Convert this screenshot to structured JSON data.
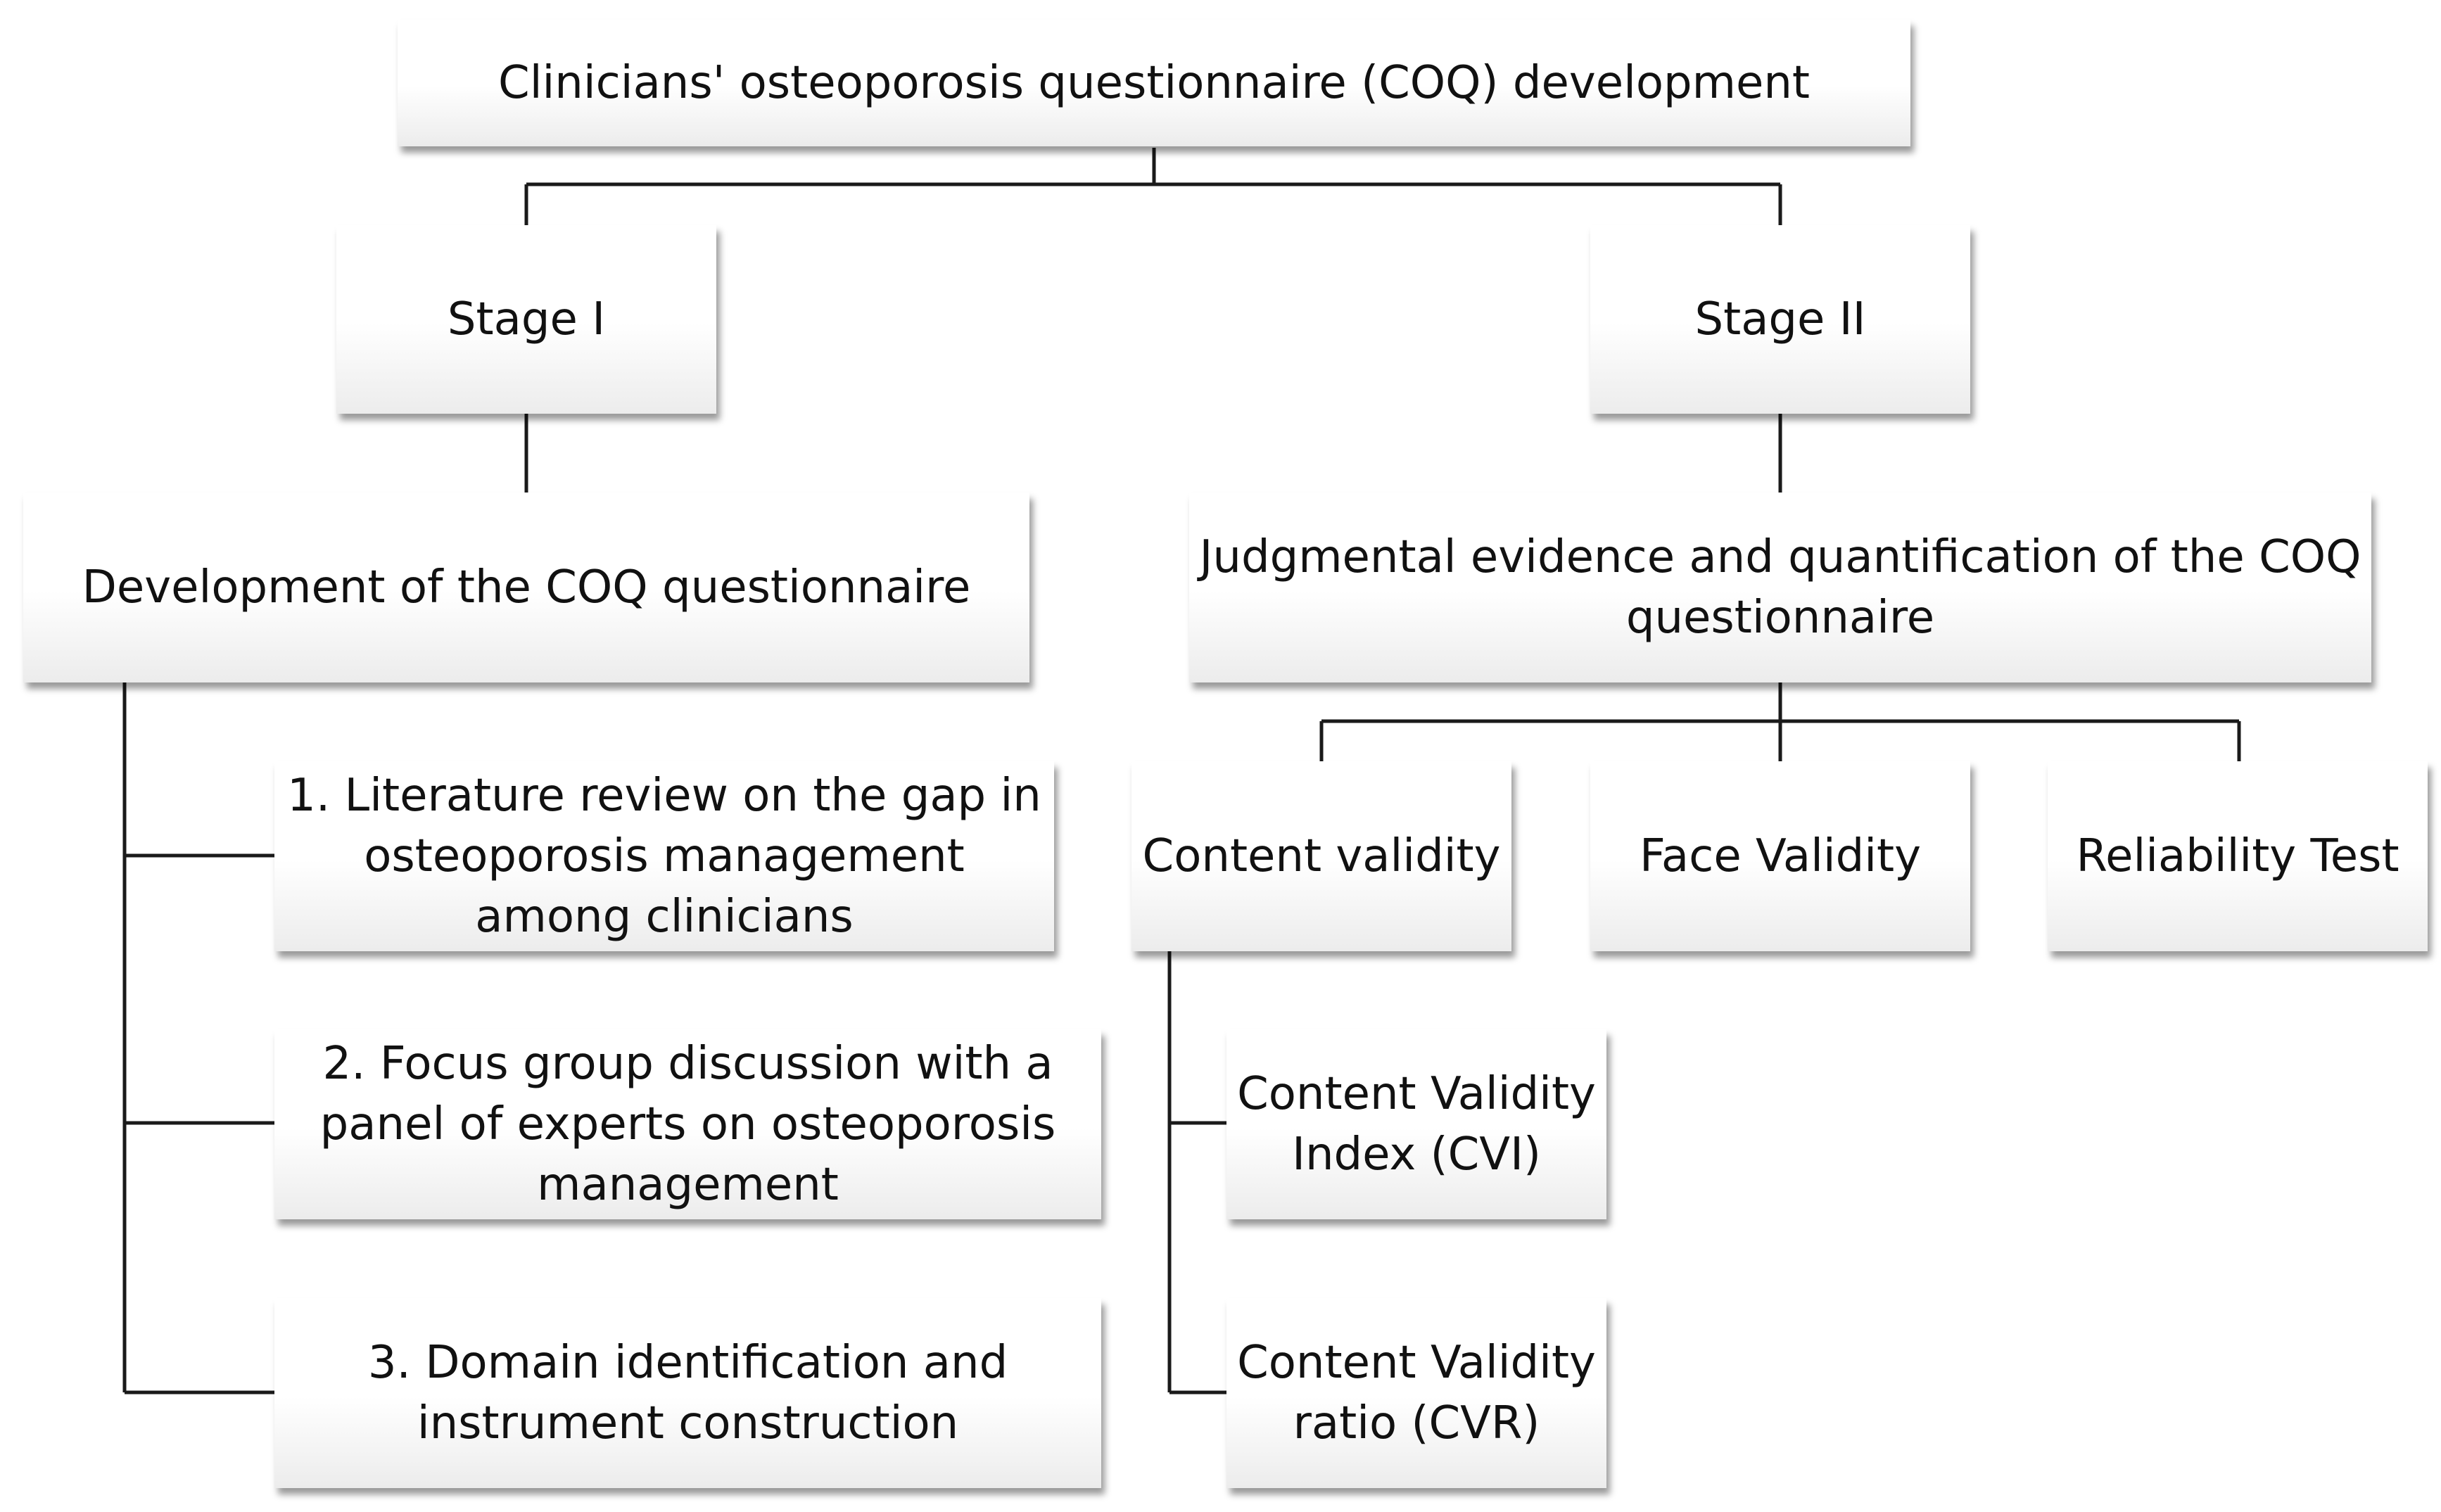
{
  "diagram": {
    "title": "Clinicians' osteoporosis questionnaire (COQ) development",
    "stage1": {
      "label": "Stage I",
      "main": "Development of the COQ questionnaire",
      "steps": [
        "1. Literature review on the gap in osteoporosis management among clinicians",
        "2. Focus group discussion with a panel of experts on osteoporosis management",
        "3. Domain identification and instrument construction"
      ]
    },
    "stage2": {
      "label": "Stage II",
      "main": "Judgmental evidence and quantification of the COQ questionnaire",
      "tests": [
        "Content validity",
        "Face Validity",
        "Reliability Test"
      ],
      "content_validity_measures": [
        "Content Validity Index (CVI)",
        "Content Validity ratio (CVR)"
      ]
    }
  }
}
